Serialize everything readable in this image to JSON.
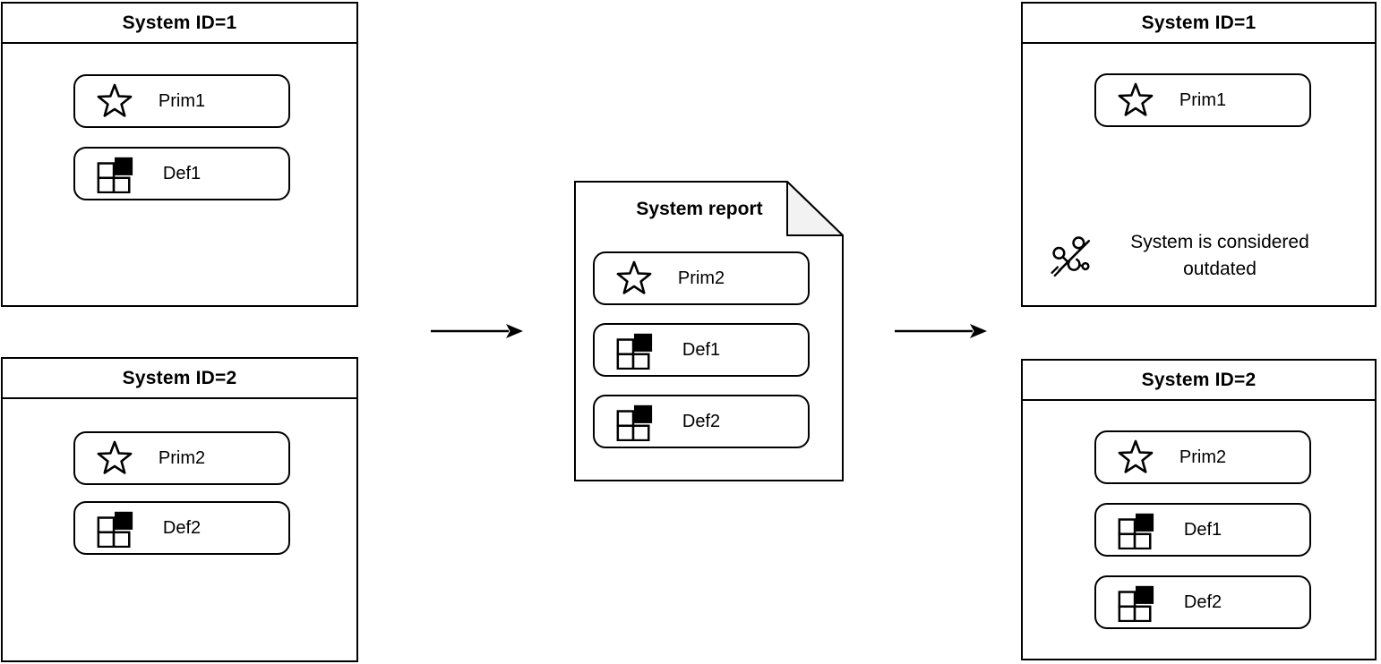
{
  "diagram": {
    "colors": {
      "background": "#ffffff",
      "stroke": "#000000",
      "document_fold_fill": "#f2f2f2"
    },
    "left_systems": [
      {
        "title": "System ID=1",
        "items": [
          {
            "icon": "star-icon",
            "label": "Prim1"
          },
          {
            "icon": "grid-icon",
            "label": "Def1"
          }
        ]
      },
      {
        "title": "System ID=2",
        "items": [
          {
            "icon": "star-icon",
            "label": "Prim2"
          },
          {
            "icon": "grid-icon",
            "label": "Def2"
          }
        ]
      }
    ],
    "report": {
      "title": "System report",
      "items": [
        {
          "icon": "star-icon",
          "label": "Prim2"
        },
        {
          "icon": "grid-icon",
          "label": "Def1"
        },
        {
          "icon": "grid-icon",
          "label": "Def2"
        }
      ]
    },
    "right_systems": [
      {
        "title": "System ID=1",
        "items": [
          {
            "icon": "star-icon",
            "label": "Prim1"
          }
        ],
        "note": {
          "icon": "cut-icon",
          "text": "System is considered outdated"
        }
      },
      {
        "title": "System ID=2",
        "items": [
          {
            "icon": "star-icon",
            "label": "Prim2"
          },
          {
            "icon": "grid-icon",
            "label": "Def1"
          },
          {
            "icon": "grid-icon",
            "label": "Def2"
          }
        ]
      }
    ],
    "arrows": [
      {
        "name": "systems-to-report-arrow"
      },
      {
        "name": "report-to-systems-arrow"
      }
    ]
  }
}
